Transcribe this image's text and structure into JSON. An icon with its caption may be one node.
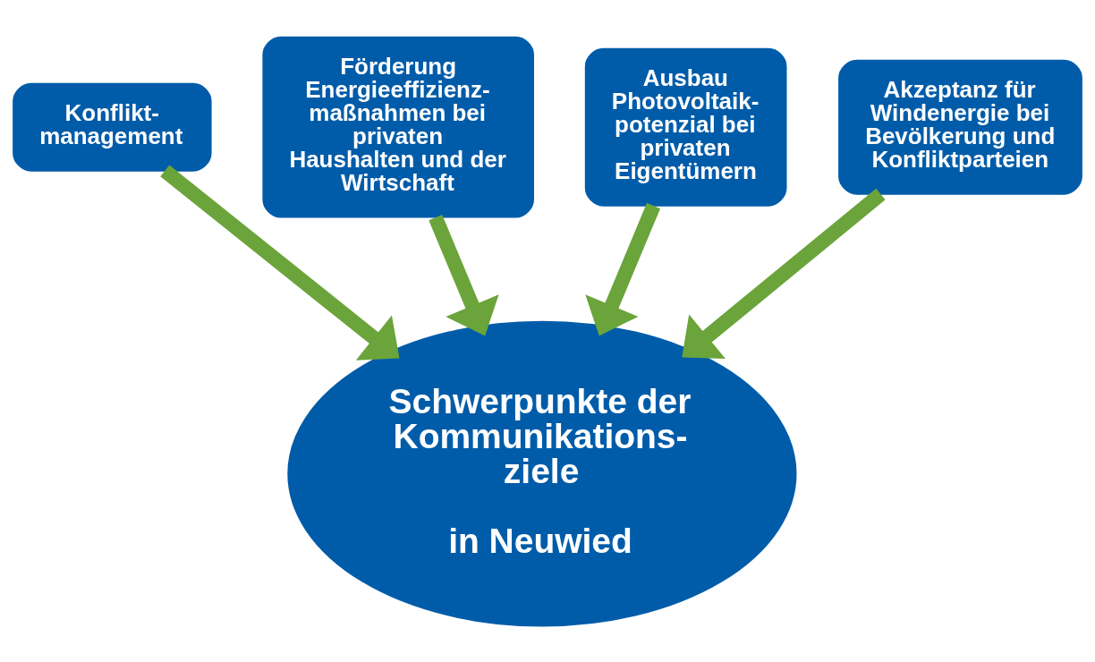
{
  "diagram": {
    "nodes": [
      {
        "text": [
          "Konflikt- management"
        ]
      },
      {
        "text": [
          "Förderung Energieeffizienz- maßnahmen bei privaten Haushalten und der Wirtschaft"
        ]
      },
      {
        "text": [
          "Ausbau Photovoltaik- potenzial bei privaten Eigentümern"
        ]
      },
      {
        "text": [
          "Akzeptanz für Windenergie bei Bevölkerung und Konfliktparteien"
        ]
      },
      {
        "text": [
          "Schwerpunkte der Kommunikations- ziele",
          "in Neuwied"
        ]
      }
    ],
    "edges": [
      {
        "from": 0,
        "to": 4,
        "arrow": "to",
        "color": "#6aa43a"
      },
      {
        "from": 1,
        "to": 4,
        "arrow": "to",
        "color": "#6aa43a"
      },
      {
        "from": 2,
        "to": 4,
        "arrow": "to",
        "color": "#6aa43a"
      },
      {
        "from": 3,
        "to": 4,
        "arrow": "to",
        "color": "#6aa43a"
      }
    ]
  }
}
